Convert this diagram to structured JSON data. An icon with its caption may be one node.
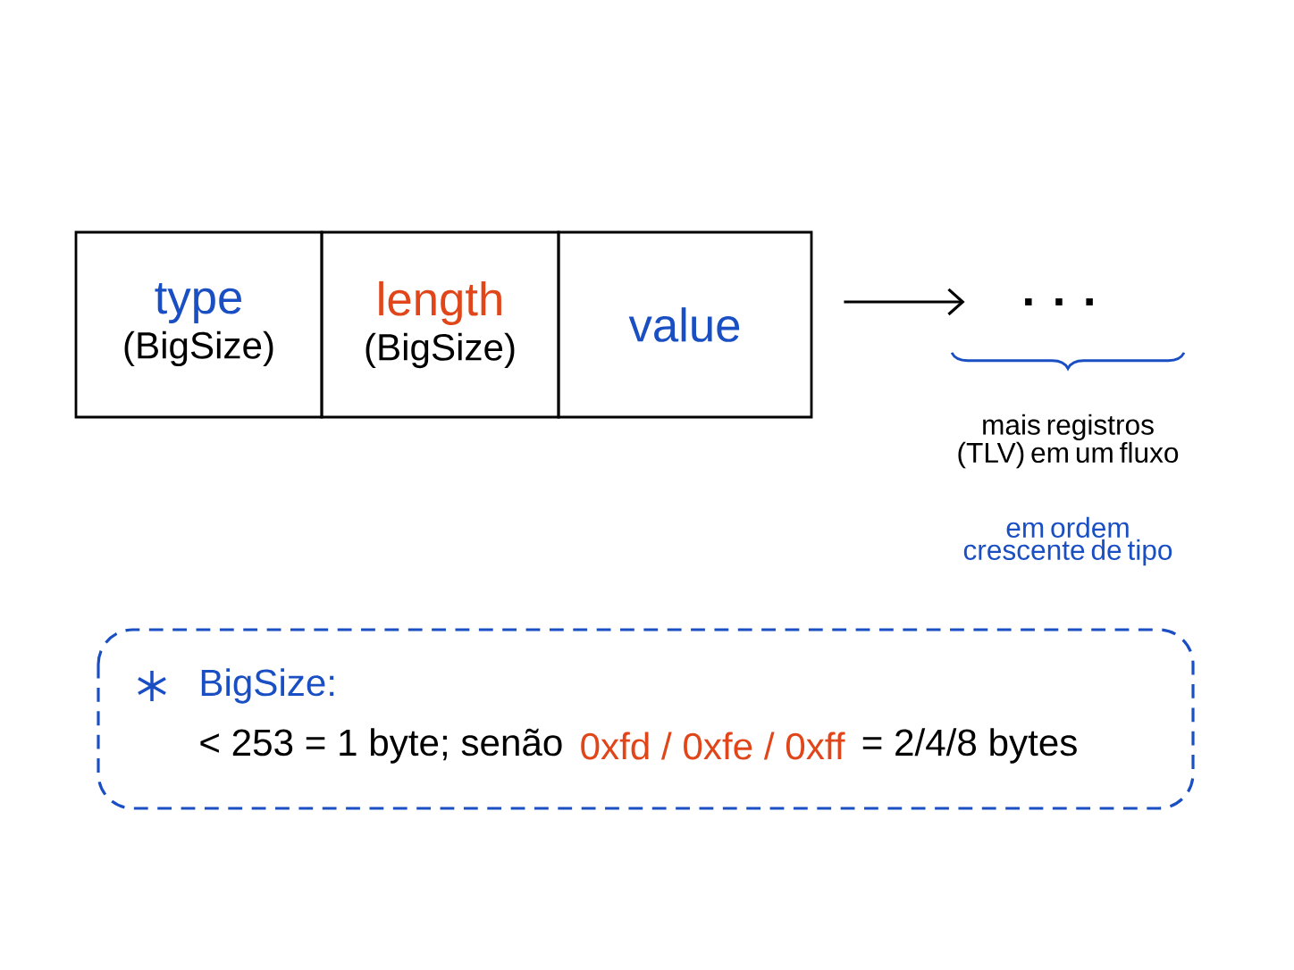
{
  "diagram": {
    "nodes": [
      {
        "text": [
          "type",
          "(BigSize)"
        ]
      },
      {
        "text": [
          "length",
          "(BigSize)"
        ]
      },
      {
        "text": [
          "value"
        ]
      },
      {
        "text": [
          ". . ."
        ],
        "beside": [
          "mais registros (TLV) em um fluxo",
          "em ordem crescente de tipo"
        ]
      },
      {
        "text": [
          "BigSize:",
          "< 253 = 1 byte; senão",
          "0xfd / 0xfe / 0xff",
          "= 2/4/8 bytes"
        ]
      }
    ],
    "edges": [
      {
        "from": 2,
        "to": 3,
        "arrow": "to"
      }
    ]
  }
}
